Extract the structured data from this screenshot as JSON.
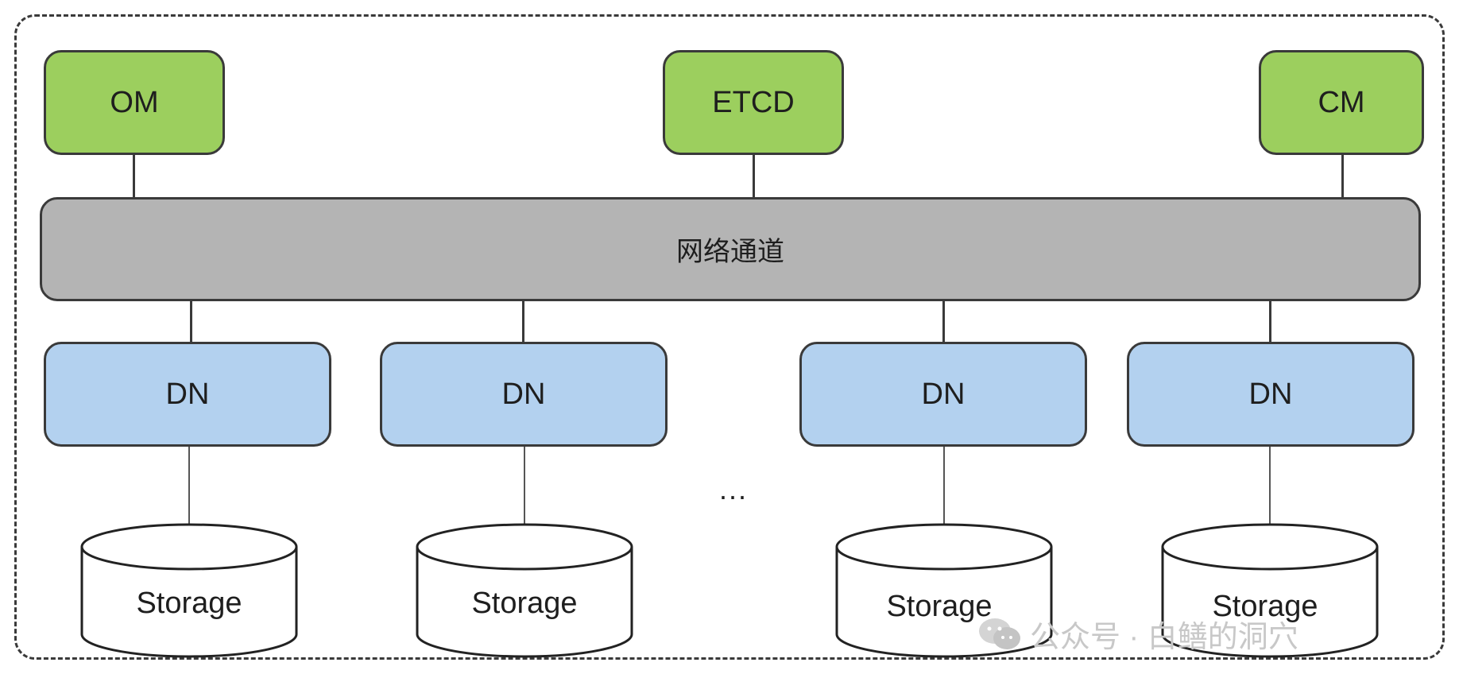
{
  "top_nodes": [
    {
      "label": "OM"
    },
    {
      "label": "ETCD"
    },
    {
      "label": "CM"
    }
  ],
  "network": {
    "label": "网络通道"
  },
  "data_nodes": [
    {
      "label": "DN"
    },
    {
      "label": "DN"
    },
    {
      "label": "DN"
    },
    {
      "label": "DN"
    }
  ],
  "storage": [
    {
      "label": "Storage"
    },
    {
      "label": "Storage"
    },
    {
      "label": "Storage"
    },
    {
      "label": "Storage"
    }
  ],
  "ellipsis": "...",
  "watermark": "公众号 · 白鳝的洞穴",
  "colors": {
    "top_node_fill": "#9ccf5e",
    "network_fill": "#b4b4b4",
    "data_node_fill": "#b3d1ef",
    "stroke": "#3a3a3a"
  }
}
